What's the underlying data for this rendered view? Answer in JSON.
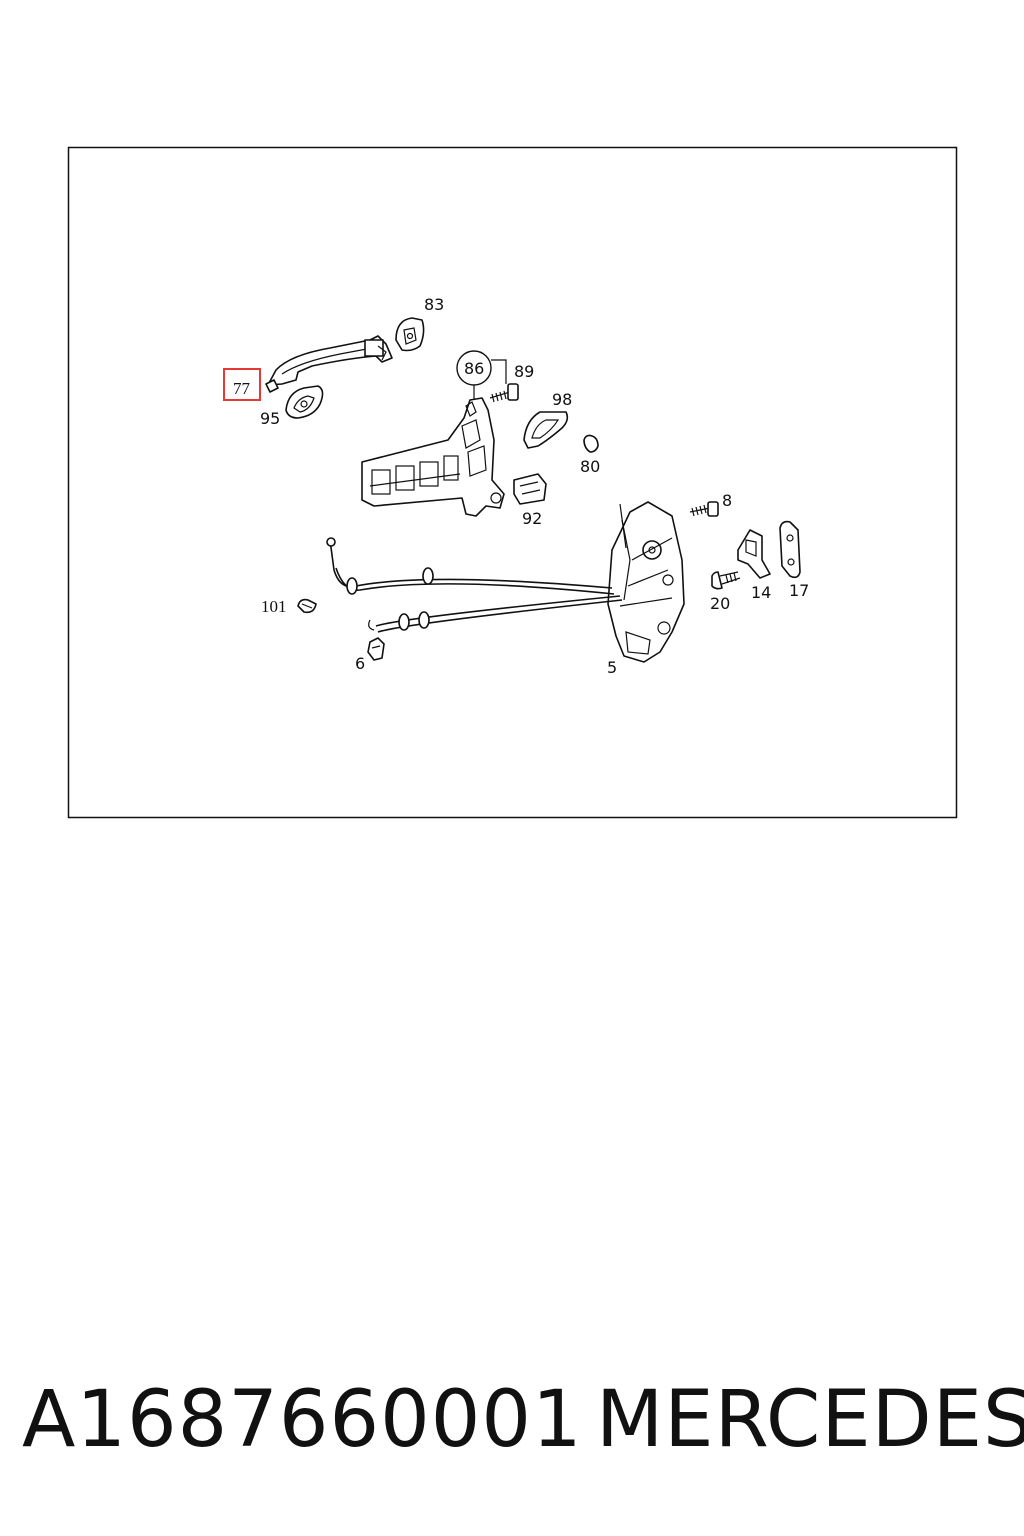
{
  "diagram": {
    "labels": {
      "p77": "77",
      "p95": "95",
      "p83": "83",
      "p86": "86",
      "p89": "89",
      "p98": "98",
      "p80": "80",
      "p92": "92",
      "p8": "8",
      "p20": "20",
      "p14": "14",
      "p17": "17",
      "p101": "101",
      "p6": "6",
      "p5": "5"
    },
    "highlight_color": "#e53935"
  },
  "footer": {
    "part_number": "A1687660001",
    "brand": "MERCEDES"
  }
}
